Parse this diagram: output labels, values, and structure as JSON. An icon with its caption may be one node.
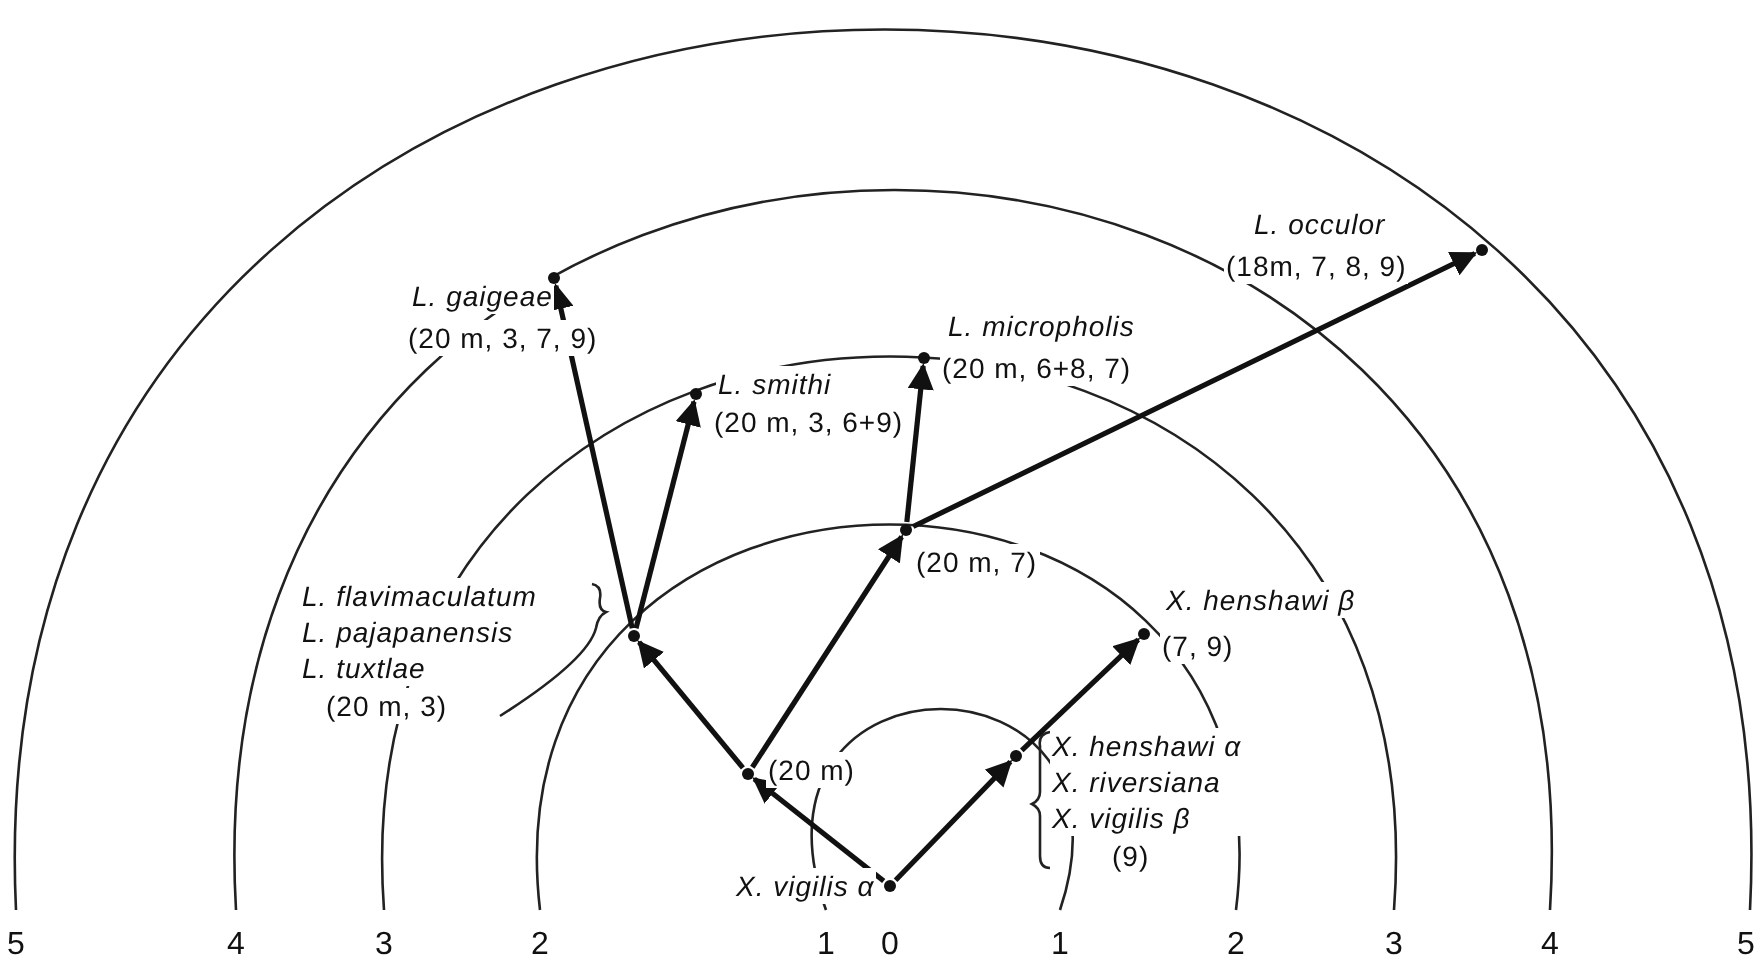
{
  "diagram": {
    "nodes": [
      {
        "text": [
          "X. vigilis α"
        ]
      },
      {
        "text": [
          "(20 m)"
        ]
      },
      {
        "text": [
          "L. flavimaculatum L. pajapanensis L. tuxtlae",
          "(20 m, 3)"
        ]
      },
      {
        "text": [
          "L. gaigeae",
          "(20 m, 3, 7, 9)"
        ]
      },
      {
        "text": [
          "L. smithi",
          "(20 m, 3, 6+9)"
        ]
      },
      {
        "text": [
          "(20 m, 7)"
        ]
      },
      {
        "text": [
          "L. micropholis",
          "(20 m, 6+8, 7)"
        ]
      },
      {
        "text": [
          "L. occulor",
          "(18m, 7, 8, 9)"
        ]
      },
      {
        "text": [
          "X. henshawi α X. riversiana X. vigilis β",
          "(9)"
        ]
      },
      {
        "text": [
          "X. henshawi β",
          "(7, 9)"
        ]
      }
    ],
    "edges": [
      {
        "from": 0,
        "to": 1,
        "arrow": "to"
      },
      {
        "from": 1,
        "to": 2,
        "arrow": "to"
      },
      {
        "from": 1,
        "to": 5,
        "arrow": "to"
      },
      {
        "from": 2,
        "to": 3,
        "arrow": "to"
      },
      {
        "from": 2,
        "to": 4,
        "arrow": "to"
      },
      {
        "from": 5,
        "to": 6,
        "arrow": "to"
      },
      {
        "from": 5,
        "to": 7,
        "arrow": "to"
      },
      {
        "from": 0,
        "to": 8,
        "arrow": "to"
      },
      {
        "from": 8,
        "to": 9,
        "arrow": "to"
      }
    ],
    "labels": [
      "5",
      "4",
      "3",
      "2",
      "1",
      "0",
      "1",
      "2",
      "3",
      "4",
      "5"
    ]
  }
}
